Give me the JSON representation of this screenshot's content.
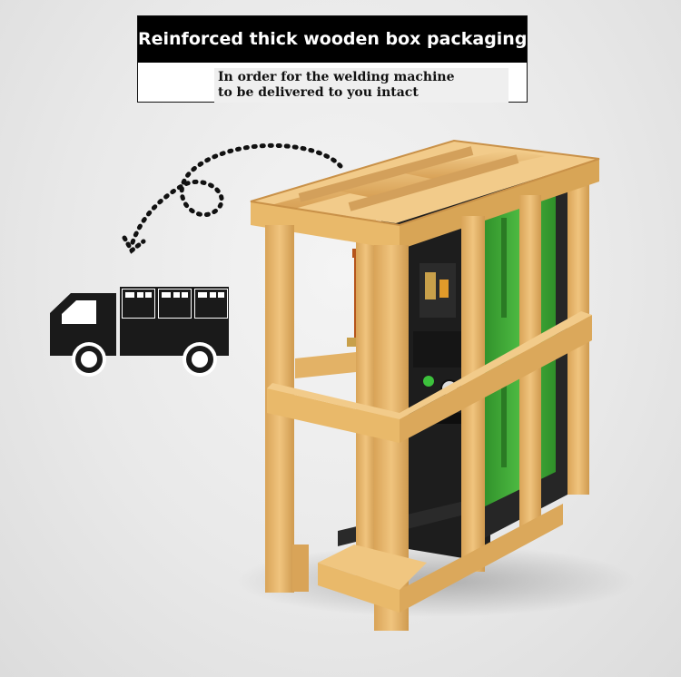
{
  "banner": {
    "title": "Reinforced thick wooden box packaging",
    "subtitle_line1": "In order for the welding machine",
    "subtitle_line2": "to be delivered to you intact"
  },
  "colors": {
    "wood": "#e9b96a",
    "wood_dark": "#c99148",
    "machine_green": "#3fa535",
    "machine_black": "#1d1d1d",
    "truck": "#1a1a1a"
  },
  "icons": [
    "dotted-arrow-icon",
    "delivery-truck-icon"
  ]
}
